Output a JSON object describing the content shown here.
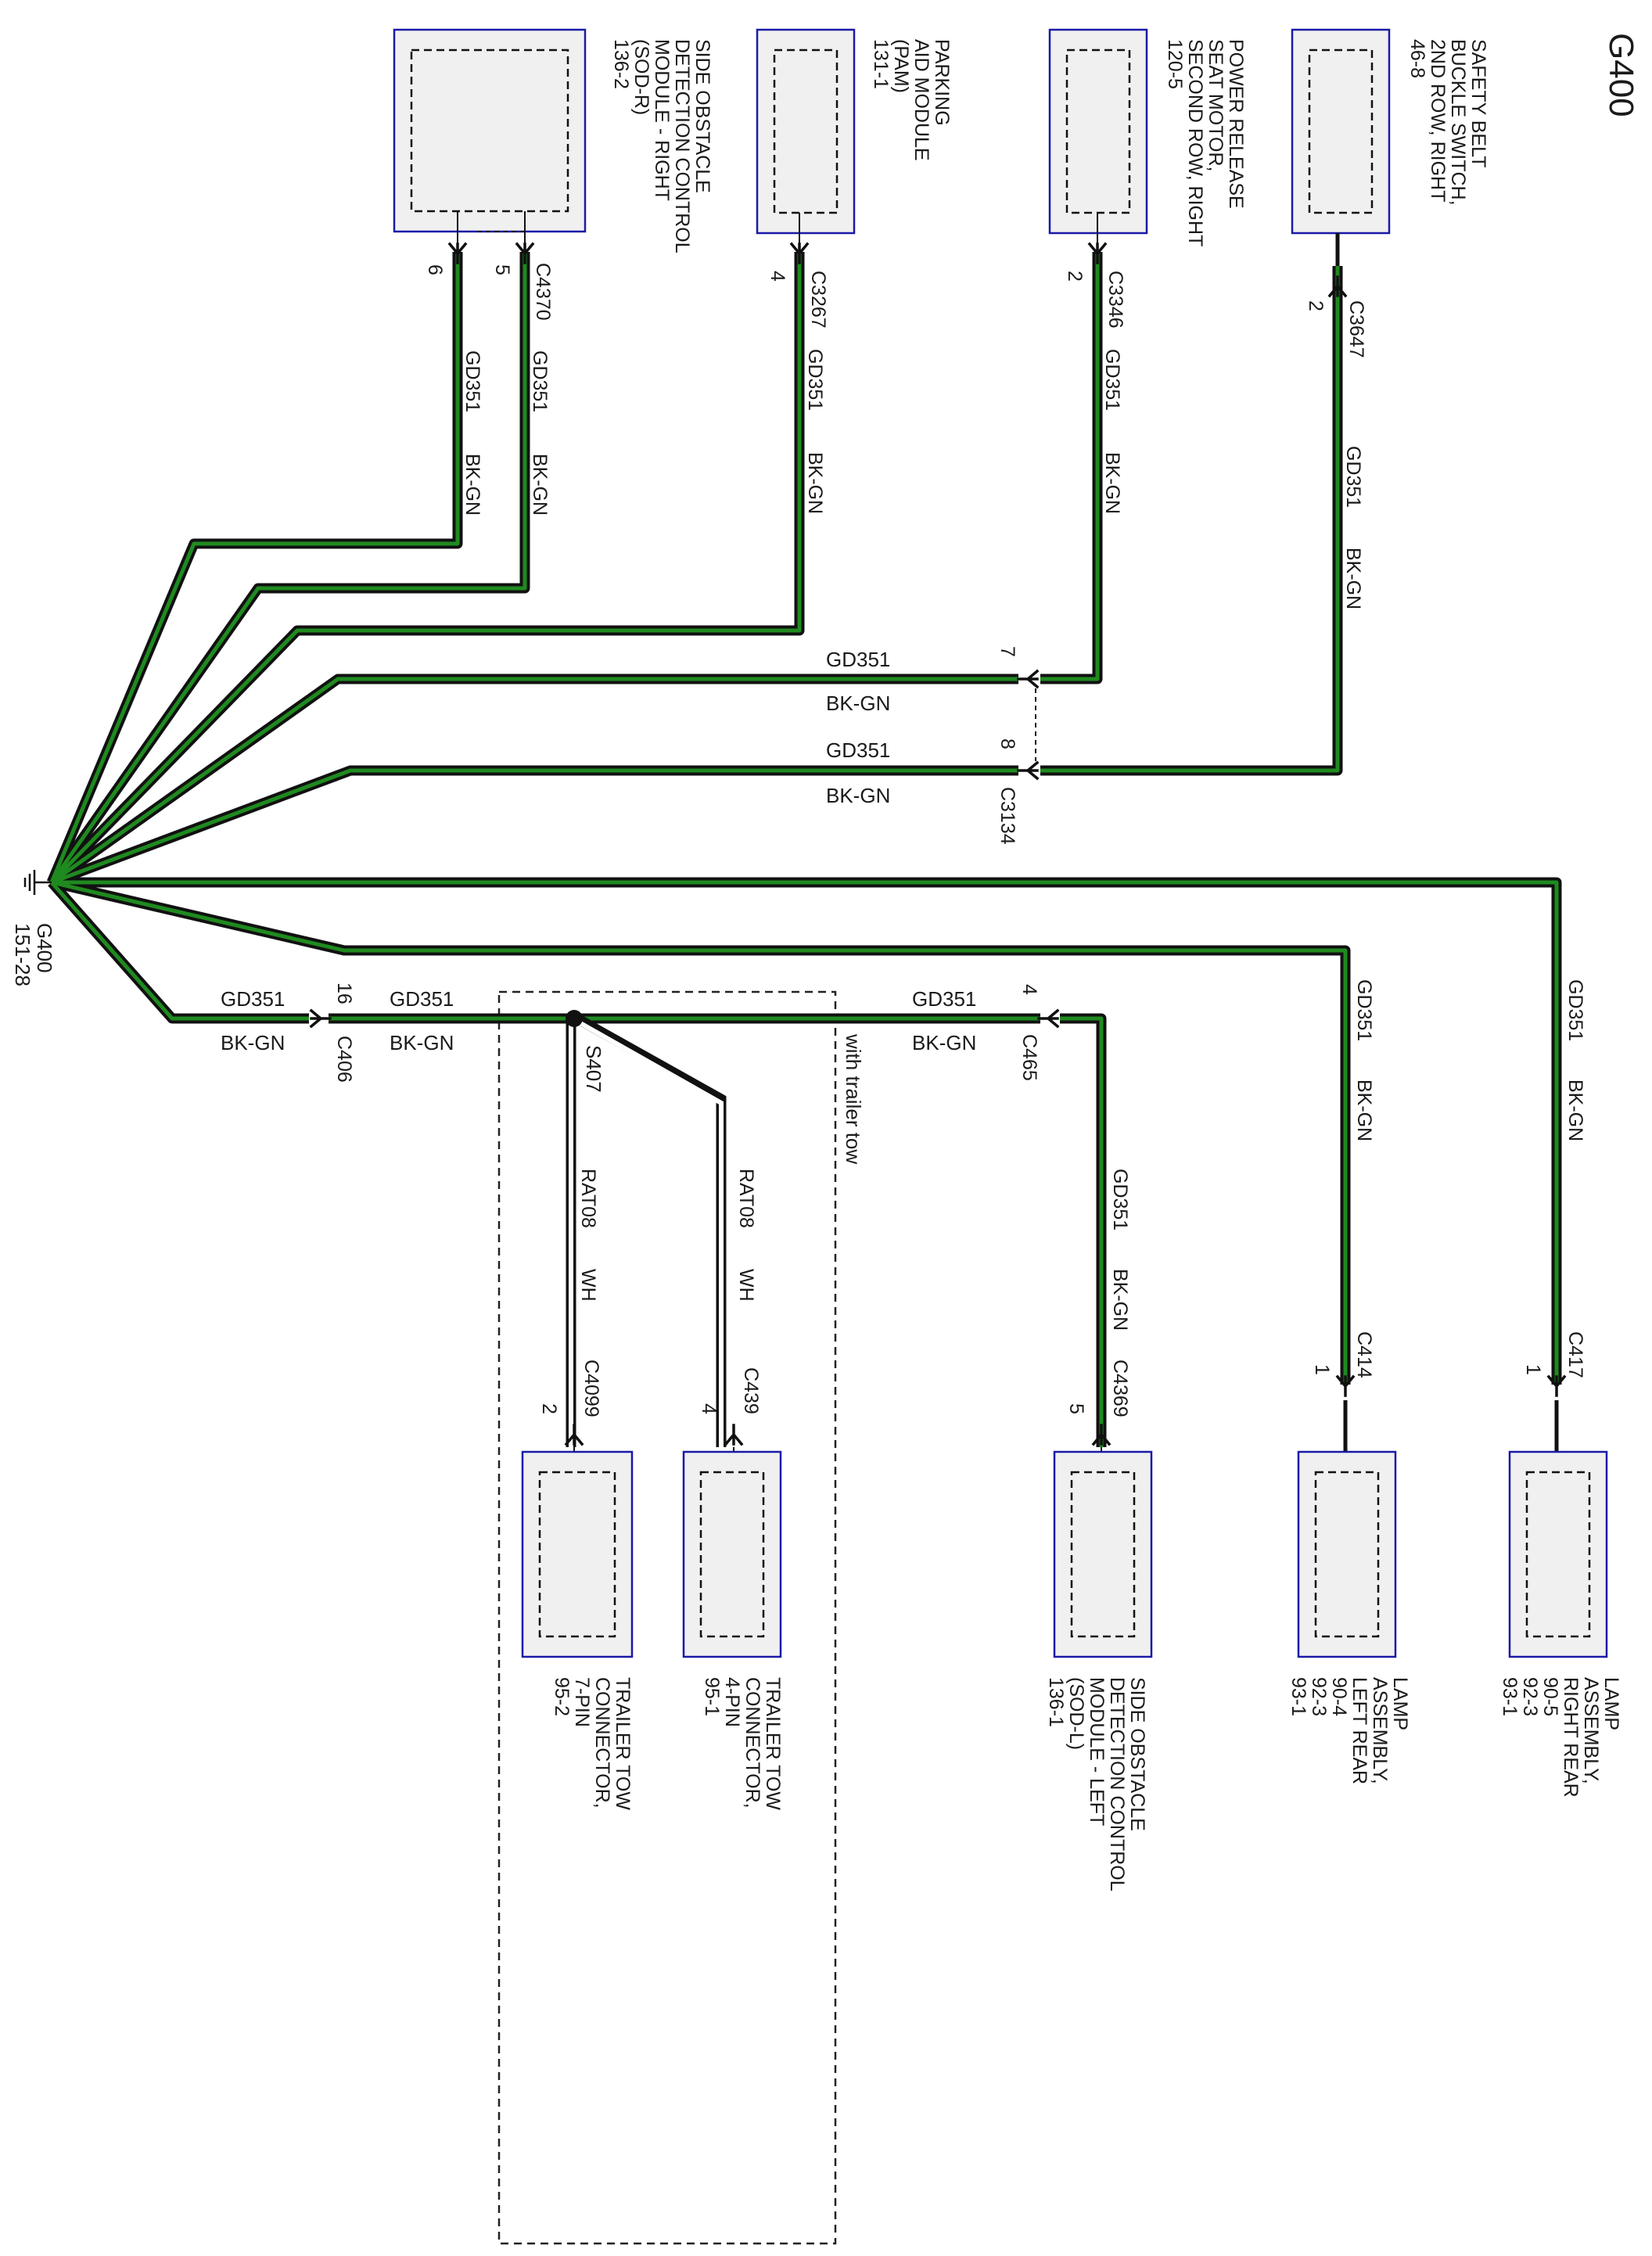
{
  "title": "G400",
  "ground": {
    "name": "G400",
    "ref": "151-28"
  },
  "colors": {
    "wire_outer": "#111111",
    "wire_inner": "#1f8a1f",
    "component_border": "#1a1aa8",
    "component_fill": "#f0f0f0"
  },
  "wire": {
    "circuit": "GD351",
    "color": "BK-GN"
  },
  "white_wire": {
    "circuit": "RAT08",
    "color": "WH"
  },
  "components": {
    "sod_right": {
      "lines": [
        "SIDE OBSTACLE",
        "DETECTION CONTROL",
        "MODULE - RIGHT",
        "(SOD-R)",
        "136-2"
      ],
      "connector": "C4370",
      "pin_a": "6",
      "pin_b": "5"
    },
    "pam": {
      "lines": [
        "PARKING",
        "AID MODULE",
        "(PAM)",
        "131-1"
      ],
      "connector": "C3267",
      "pin": "4"
    },
    "seat_motor": {
      "lines": [
        "POWER RELEASE",
        "SEAT MOTOR,",
        "SECOND ROW, RIGHT",
        "120-5"
      ],
      "connector": "C3346",
      "pin": "2"
    },
    "belt_switch": {
      "lines": [
        "SAFETY BELT",
        "BUCKLE SWITCH,",
        "2ND ROW, RIGHT",
        "46-8"
      ],
      "connector": "C3647",
      "pin": "2"
    },
    "trailer_7pin": {
      "lines": [
        "TRAILER TOW",
        "CONNECTOR,",
        "7-PIN",
        "95-2"
      ],
      "connector": "C4099",
      "pin": "2"
    },
    "trailer_4pin": {
      "lines": [
        "TRAILER TOW",
        "CONNECTOR,",
        "4-PIN",
        "95-1"
      ],
      "connector": "C439",
      "pin": "4"
    },
    "sod_left": {
      "lines": [
        "SIDE OBSTACLE",
        "DETECTION CONTROL",
        "MODULE - LEFT",
        "(SOD-L)",
        "136-1"
      ],
      "connector": "C4369",
      "pin": "5"
    },
    "lamp_left": {
      "lines": [
        "LAMP",
        "ASSEMBLY,",
        "LEFT REAR",
        "90-4",
        "92-3",
        "93-1"
      ],
      "connector": "C414",
      "pin": "1"
    },
    "lamp_right": {
      "lines": [
        "LAMP",
        "ASSEMBLY,",
        "RIGHT REAR",
        "90-5",
        "92-3",
        "93-1"
      ],
      "connector": "C417",
      "pin": "1"
    }
  },
  "inline": {
    "c3134": {
      "name": "C3134",
      "pin_a": "7",
      "pin_b": "8"
    },
    "c406": {
      "name": "C406",
      "pin": "16"
    },
    "c465": {
      "name": "C465",
      "pin": "4"
    },
    "splice": "S407",
    "trailer_note": "with trailer tow"
  }
}
